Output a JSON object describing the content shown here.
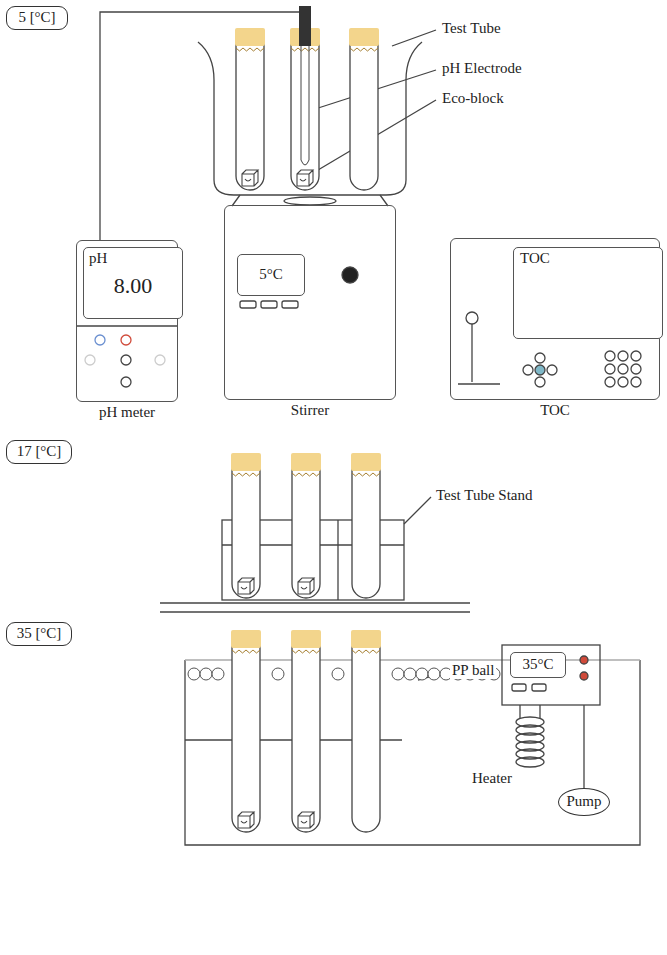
{
  "diagram": {
    "nodes": [
      {
        "text": [
          "5 [°C]"
        ]
      },
      {
        "text": [
          "pH meter"
        ]
      },
      {
        "text": [
          "pH",
          "8.00"
        ],
        "in": 1
      },
      {
        "text": [
          "Stirrer"
        ]
      },
      {
        "text": [
          "5°C"
        ],
        "in": 3
      },
      {
        "text": [
          "TOC"
        ]
      },
      {
        "text": [
          "TOC"
        ],
        "in": 5
      },
      {
        "text": [
          "17 [°C]"
        ]
      },
      {
        "text": [
          "35 [°C]"
        ]
      },
      {
        "text": [
          "35°C"
        ]
      },
      {
        "text": [
          "Pump"
        ]
      }
    ],
    "labels": [
      "Test Tube",
      "pH Electrode",
      "Eco-block",
      "Test Tube Stand",
      "PP ball",
      "Heater"
    ]
  }
}
